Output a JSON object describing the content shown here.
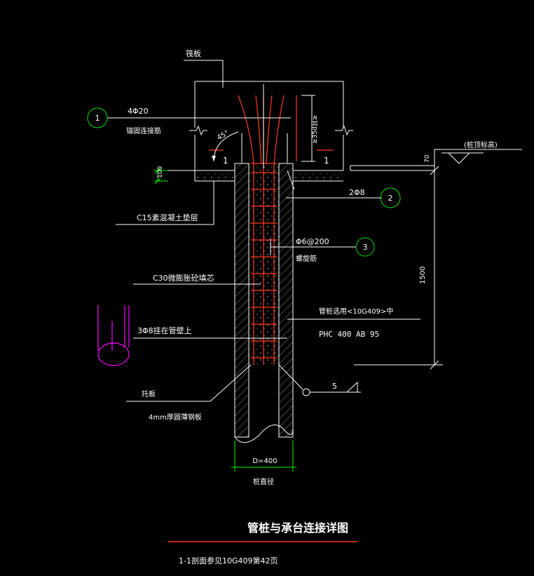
{
  "title": "管桩与承台连接详图",
  "subtitle": "1-1剖面参见10G409第42页",
  "labels": {
    "raft": "筏板",
    "rebar_4phi20": "4Φ20",
    "anchor_rebar": "锚固连接筋",
    "anchor_len": "≥35d且≥",
    "angle": "45°",
    "section_left": "1",
    "section_right": "1",
    "cushion_thk": "100",
    "top_dim": "70",
    "pile_top_elev": "(桩顶标高)",
    "rebar_2phi8": "2Φ8",
    "c15": "C15素混凝土垫层",
    "stirrup": "Φ6@200",
    "spiral": "螺旋筋",
    "c30": "C30微膨胀砼填芯",
    "pipe_note": "管桩选用<10G409>中",
    "pile_spec": "PHC 400 AB 95",
    "rebar_3phi8": "3Φ8挂在管壁上",
    "len_1500": "1500",
    "plate": "托板",
    "steel_plate": "4mm厚圆薄钢板",
    "num5": "5",
    "d400": "D=400",
    "pile_dia": "桩直径"
  },
  "callouts": [
    "1",
    "2",
    "3"
  ],
  "colors": {
    "bg": "#000000",
    "line": "#ffffff",
    "rebar": "#ff3b1f",
    "callout": "#00e000",
    "dim_green": "#00ff00",
    "magenta": "#ff00ff",
    "hatch": "#9a9a9a"
  }
}
